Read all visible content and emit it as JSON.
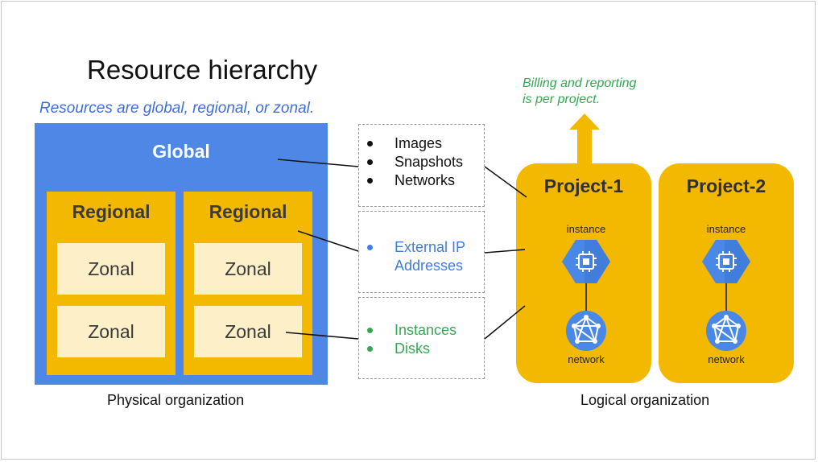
{
  "title": "Resource hierarchy",
  "subtitle": "Resources are global, regional, or zonal.",
  "physical": {
    "global_label": "Global",
    "regions": [
      {
        "label": "Regional",
        "zones": [
          "Zonal",
          "Zonal"
        ]
      },
      {
        "label": "Regional",
        "zones": [
          "Zonal",
          "Zonal"
        ]
      }
    ],
    "caption": "Physical organization"
  },
  "resource_lists": {
    "global": [
      "Images",
      "Snapshots",
      "Networks"
    ],
    "regional": [
      "External IP",
      "Addresses"
    ],
    "zonal": [
      "Instances",
      "Disks"
    ]
  },
  "billing_note": [
    "Billing and reporting",
    "is per project."
  ],
  "projects": [
    {
      "name": "Project-1",
      "instance_label": "instance",
      "network_label": "network"
    },
    {
      "name": "Project-2",
      "instance_label": "instance",
      "network_label": "network"
    }
  ],
  "logical_caption": "Logical organization",
  "colors": {
    "global_blue": "#4f87e6",
    "regional_yellow": "#f2b900",
    "zonal_cream": "#fdf0c8",
    "regional_text_blue": "#3e7ee0",
    "zonal_text_green": "#34a853",
    "billing_green": "#34a853",
    "icon_blue": "#4a88e8"
  },
  "icons": [
    "cpu-chip-icon",
    "network-icon",
    "up-arrow-icon"
  ]
}
